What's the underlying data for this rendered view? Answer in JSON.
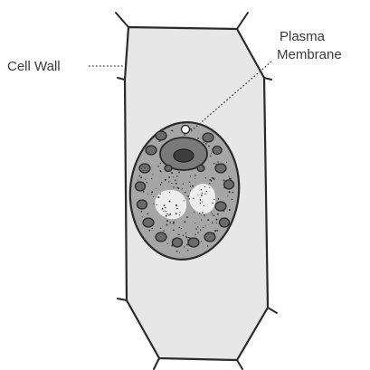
{
  "labels": {
    "cell_wall": "Cell Wall",
    "plasma_membrane_line1": "Plasma",
    "plasma_membrane_line2": "Membrane"
  },
  "colors": {
    "background": "#ffffff",
    "outline": "#2a2a2a",
    "cell_fill": "#e7e7e7",
    "cytoplasm_fill": "#a6a6a6",
    "organelle_fill": "#6a6a6a",
    "nucleus_outer": "#7a7a7a",
    "nucleus_inner": "#3d3d3d",
    "vacuole_fill": "#f0f0f0",
    "label_text": "#3a3a3a",
    "leader_line": "#3a3a3a"
  }
}
